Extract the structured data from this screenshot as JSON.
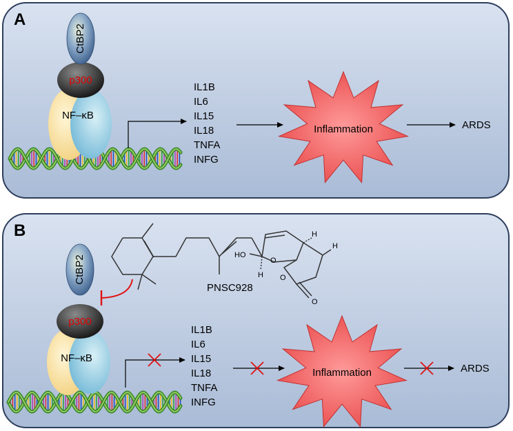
{
  "panel_a": {
    "letter": "A",
    "coactivator": "CtBP2",
    "acetyltransferase": "p300",
    "transcription_factor": "NF–κB",
    "genes": [
      "IL1B",
      "IL6",
      "IL15",
      "IL18",
      "TNFA",
      "INFG"
    ],
    "process": "Inflammation",
    "outcome": "ARDS"
  },
  "panel_b": {
    "letter": "B",
    "coactivator": "CtBP2",
    "acetyltransferase": "p300",
    "transcription_factor": "NF–κB",
    "inhibitor": "PNSC928",
    "inhibitor_atoms": {
      "hydroxyl": "HO",
      "ring_o1": "O",
      "ring_o2": "O",
      "carbonyl_o": "O",
      "h1": "H",
      "h2": "H",
      "h3": "H"
    },
    "genes": [
      "IL1B",
      "IL6",
      "IL15",
      "IL18",
      "TNFA",
      "INFG"
    ],
    "process": "Inflammation",
    "outcome": "ARDS"
  },
  "colors": {
    "panel_fill": "#c5d2e6",
    "panel_border": "#2d3d5c",
    "starburst": "#ee5a5a",
    "block_marker": "#e01010",
    "p300_text": "#e00000"
  }
}
